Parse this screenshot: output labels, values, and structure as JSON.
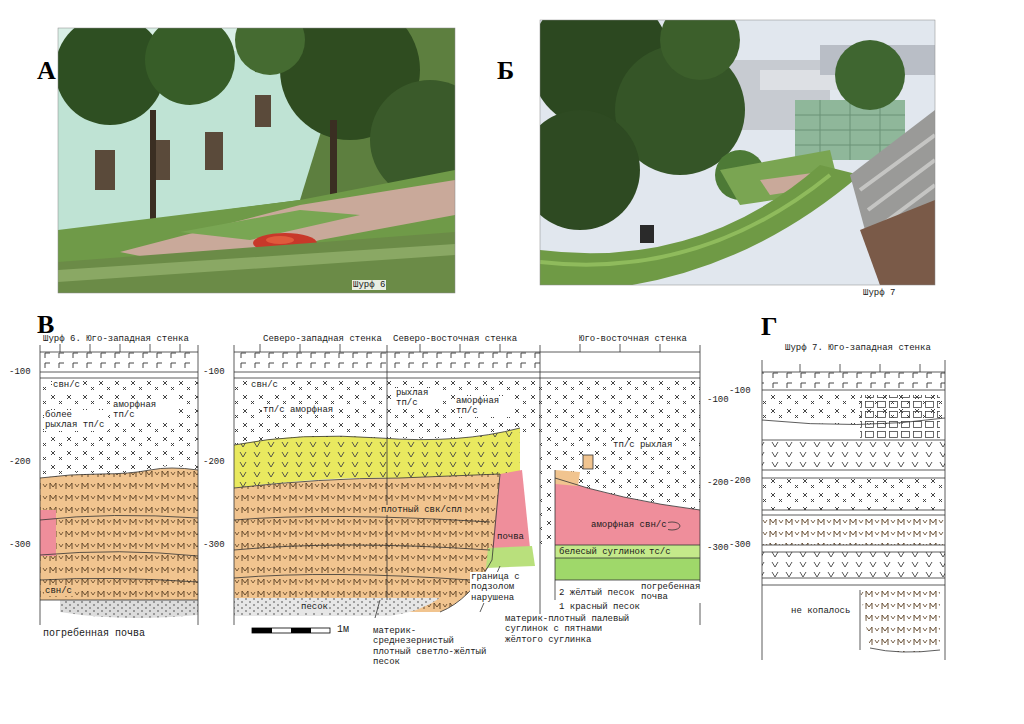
{
  "diagram": {
    "labels": [
      "А",
      "Б",
      "Шурф 6",
      "Шурф 7",
      "В",
      "Г",
      "Шурф 6. Юго-западная стенка",
      "-100",
      "-200",
      "-300",
      "-100",
      "-200",
      "-300",
      "свн/с",
      "более рыхлая тп/с",
      "аморфная тп/с",
      "свн/с",
      "погребенная почва",
      "Северо-западная стенка",
      "Северо-восточная стенка",
      "свн/с",
      "тп/с аморфная",
      "рыхлая тп/с",
      "аморфная тп/с",
      "плотный свк/спл",
      "граница с подзолом нарушена",
      "почва",
      "песок",
      "1м",
      "материк-среднезернистый плотный светло-жёлтый песок",
      "материк-плотный палевый суглинок с пятнами жёлтого суглинка",
      "Юго-восточная стенка",
      "-100",
      "-200",
      "-300",
      "тп/с рыхлая",
      "аморфная свн/с",
      "тс/с",
      "белесый суглинок",
      "2 жёлтый песок",
      "1 красный песок",
      "погребенная почва",
      "Шурф 7. Юго-западная стенка",
      "-100",
      "-200",
      "-300",
      "не копалось"
    ]
  }
}
